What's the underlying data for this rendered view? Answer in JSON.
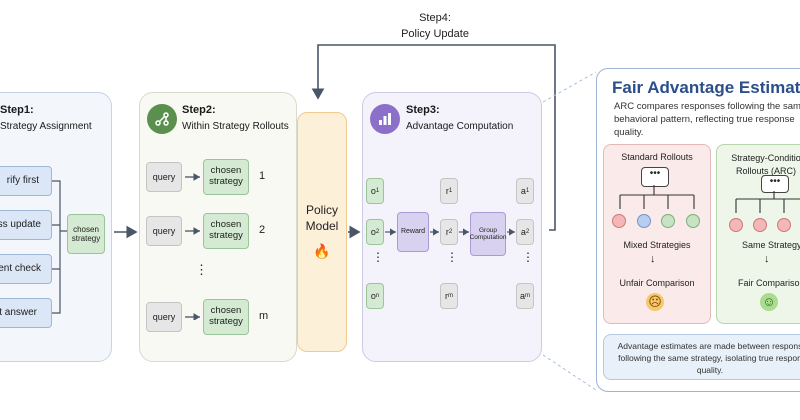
{
  "top_label": {
    "line1": "Step4:",
    "line2": "Policy Update"
  },
  "step1": {
    "title": "Step1:",
    "subtitle": "Strategy Assignment",
    "items": [
      "rify first",
      "ess update",
      "ment check",
      "ct answer"
    ],
    "chosen": "chosen strategy"
  },
  "step2": {
    "title": "Step2:",
    "subtitle": "Within Strategy Rollouts",
    "rows": [
      {
        "query": "query",
        "chosen": "chosen strategy",
        "num": "1"
      },
      {
        "query": "query",
        "chosen": "chosen strategy",
        "num": "2"
      },
      {
        "query": "query",
        "chosen": "chosen strategy",
        "num": "m"
      }
    ],
    "ellipsis": "⋮"
  },
  "policy": {
    "line1": "Policy",
    "line2": "Model",
    "icon": "fire-icon",
    "emoji": "🔥"
  },
  "step3": {
    "title": "Step3:",
    "subtitle": "Advantage Computation",
    "o": [
      "o",
      "o",
      "o"
    ],
    "osub": [
      "1",
      "2",
      "n"
    ],
    "r": [
      "r",
      "r",
      "r"
    ],
    "rsub": [
      "1",
      "2",
      "m"
    ],
    "a": [
      "a",
      "a",
      "a"
    ],
    "asub": [
      "1",
      "2",
      "m"
    ],
    "reward": "Reward",
    "group": "Group Computation",
    "ellipsis": "⋮"
  },
  "fair": {
    "title": "Fair Advantage Estimatio",
    "desc": "ARC compares responses following the same behavioral pattern, reflecting true response quality.",
    "standard": {
      "title": "Standard Rollouts",
      "mixed": "Mixed Strategies",
      "unfair": "Unfair Comparison"
    },
    "arc": {
      "title": "Strategy-Conditio Rollouts (ARC)",
      "same": "Same Strategy",
      "fair": "Fair Comparison"
    },
    "footer": "Advantage estimates are made between respons following the same strategy, isolating true respon quality."
  },
  "colors": {
    "accent": "#4a5568",
    "step2_icon": "#5b8f4e",
    "step3_icon": "#8b6fc9",
    "fair_title": "#2c4f8a"
  }
}
